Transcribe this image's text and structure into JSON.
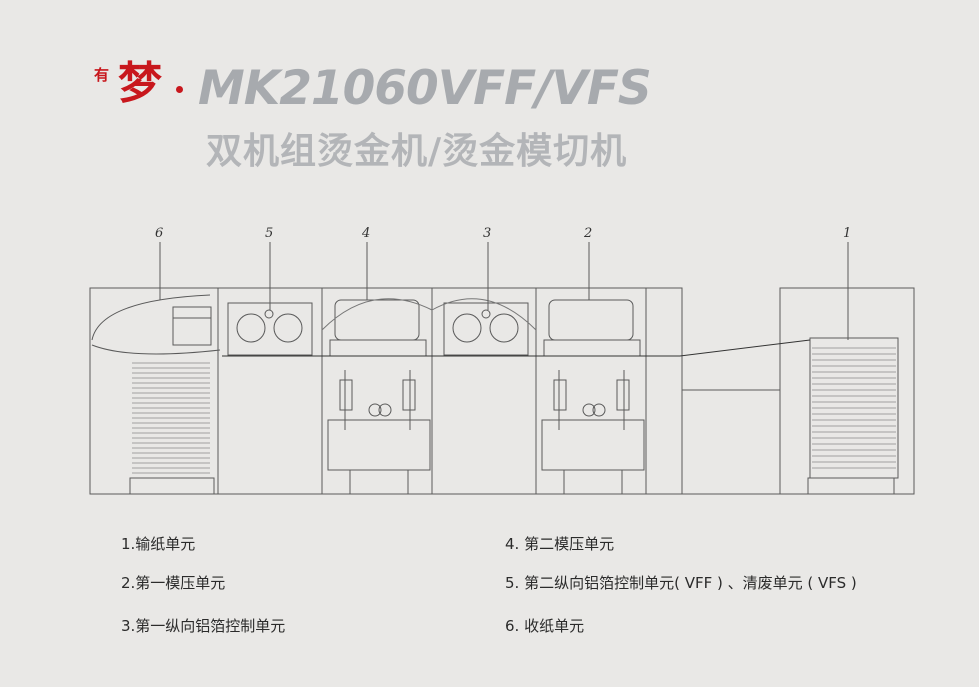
{
  "brand": {
    "you": "有",
    "meng": "梦",
    "model": "MK21060VFF/VFS",
    "subtitle": "双机组烫金机/烫金模切机"
  },
  "callouts": [
    "6",
    "5",
    "4",
    "3",
    "2",
    "1"
  ],
  "legend": [
    "1.输纸单元",
    "2.第一模压单元",
    "3.第一纵向铝箔控制单元",
    "4. 第二模压单元",
    "5. 第二纵向铝箔控制单元( VFF ) 、清废单元 ( VFS )",
    "6. 收纸单元"
  ],
  "colors": {
    "brand_red": "#c8171d",
    "title_gray": "#a7aaae",
    "line": "#555555"
  }
}
